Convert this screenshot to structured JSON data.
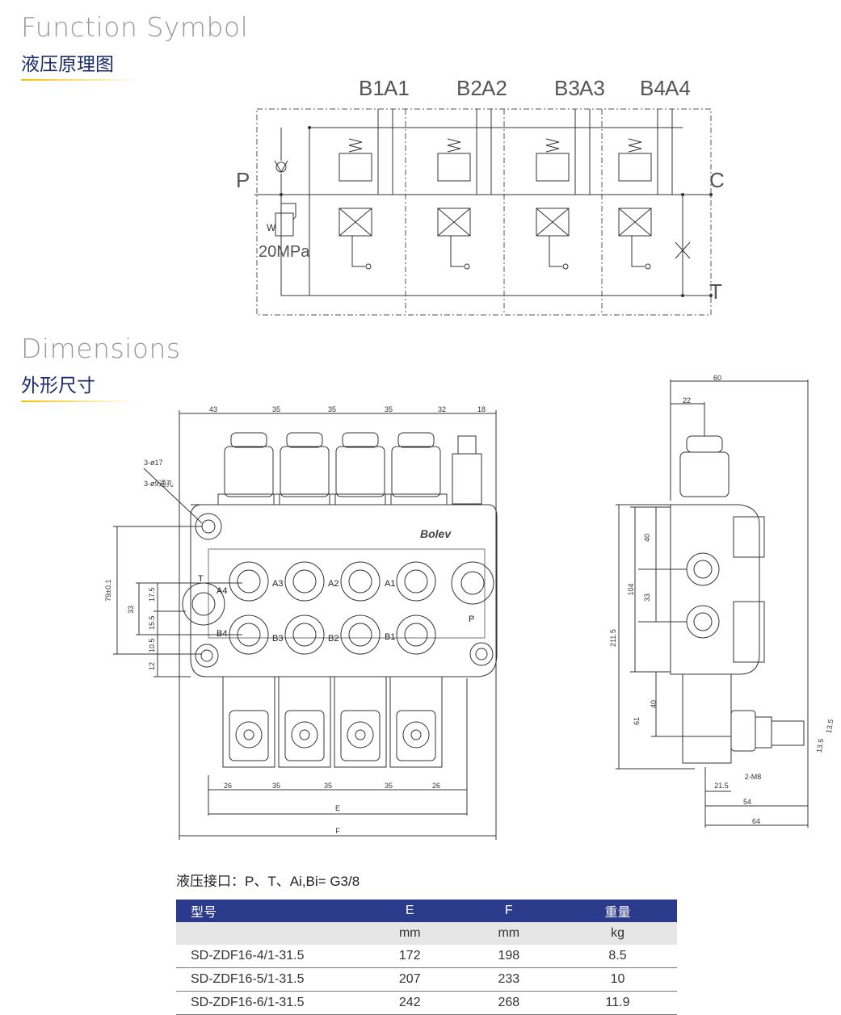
{
  "function_section": {
    "title_en": "Function Symbol",
    "title_cn": "液压原理图"
  },
  "dimensions_section": {
    "title_en": "Dimensions",
    "title_cn": "外形尺寸"
  },
  "schematic": {
    "port_labels": [
      "B1",
      "A1",
      "B2",
      "A2",
      "B3",
      "A3",
      "B4",
      "A4"
    ],
    "left_port": "P",
    "right_port_c": "C",
    "right_port_t": "T",
    "relief_setting": "20MPa",
    "relief_label": "W"
  },
  "front_view": {
    "top_dims": [
      "43",
      "35",
      "35",
      "35",
      "32",
      "18"
    ],
    "bottom_dims": [
      "26",
      "35",
      "35",
      "35",
      "26"
    ],
    "E_label": "E",
    "F_label": "F",
    "hole_note_1": "3-ø17",
    "hole_note_2": "3-ø9通孔",
    "left_dims": [
      "79±0.1",
      "33",
      "17.5",
      "15.5",
      "10.5",
      "12"
    ],
    "brand": "Bolev",
    "port_T": "T",
    "port_P": "P",
    "upper_ports": [
      "A4",
      "A3",
      "A2",
      "A1"
    ],
    "lower_ports": [
      "B4",
      "B3",
      "B2",
      "B1"
    ]
  },
  "side_view": {
    "dims_top": [
      "60",
      "22"
    ],
    "dims_left": [
      "211.5",
      "104",
      "40",
      "33",
      "40",
      "61"
    ],
    "dims_bottom": [
      "21.5",
      "2-M8",
      "54",
      "64"
    ],
    "dims_angle": [
      "13.5",
      "13.5"
    ]
  },
  "hydraulic_ports_note": "液压接口：P、T、Ai,Bi= G3/8",
  "table": {
    "headers": [
      "型号",
      "E",
      "F",
      "重量"
    ],
    "units": [
      "",
      "mm",
      "mm",
      "kg"
    ],
    "rows": [
      [
        "SD-ZDF16-4/1-31.5",
        "172",
        "198",
        "8.5"
      ],
      [
        "SD-ZDF16-5/1-31.5",
        "207",
        "233",
        "10"
      ],
      [
        "SD-ZDF16-6/1-31.5",
        "242",
        "268",
        "11.9"
      ]
    ]
  }
}
